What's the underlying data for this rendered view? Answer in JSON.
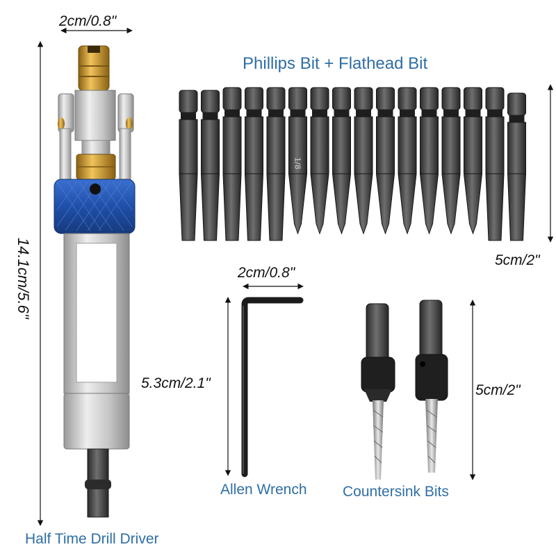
{
  "labels": {
    "top_width": "2cm/0.8\"",
    "set_title": "Phillips Bit + Flathead Bit",
    "bits_length": "5cm/2\"",
    "driver_length": "14.1cm/5.6\"",
    "wrench_width": "2cm/0.8\"",
    "wrench_length": "5.3cm/2.1\"",
    "countersink_length": "5cm/2\"",
    "allen_caption": "Allen Wrench",
    "countersink_caption": "Countersink Bits",
    "driver_caption": "Half Time Drill Driver"
  },
  "bit_marking": "1/8",
  "colors": {
    "caption": "#2f6ea5",
    "collar_blue": "#1f4fa8",
    "brass": "#c9942e",
    "steel_dark": "#3a3a3a",
    "aluminum": "#c8c8c8"
  }
}
